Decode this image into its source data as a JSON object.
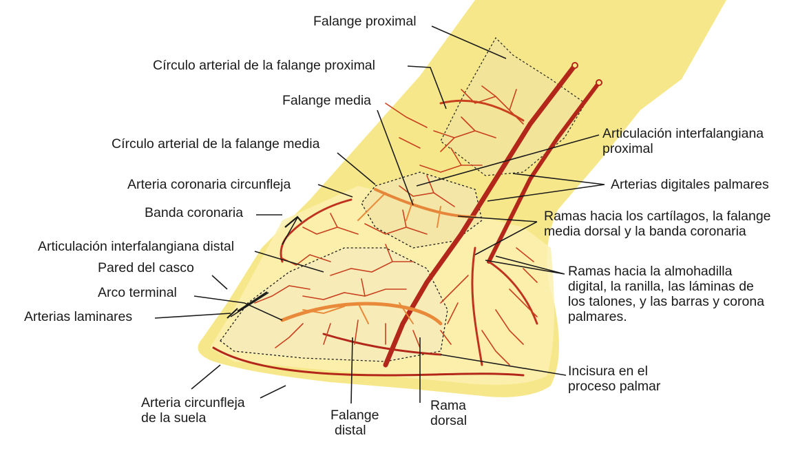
{
  "diagram": {
    "colors": {
      "hoof_fill": "#f6e88a",
      "hoof_fill_light": "#fbf3bf",
      "bone_fill": "#f3e49c",
      "artery_dark": "#b3261a",
      "artery_light": "#e88a3a",
      "leader_line": "#1a1a1a"
    },
    "labels": {
      "falange_proximal": "Falange proximal",
      "circulo_falange_proximal": "Círculo arterial de la falange proximal",
      "falange_media": "Falange media",
      "circulo_falange_media": "Círculo arterial de la falange media",
      "arteria_coronaria": "Arteria coronaria circunfleja",
      "banda_coronaria": "Banda coronaria",
      "art_interfalangiana_distal": "Articulación interfalangiana distal",
      "pared_casco": "Pared del casco",
      "arco_terminal": "Arco terminal",
      "arterias_laminares": "Arterias laminares",
      "arteria_circunfleja_suela_1": "Arteria circunfleja",
      "arteria_circunfleja_suela_2": "de la suela",
      "falange_distal_1": "Falange",
      "falange_distal_2": "distal",
      "rama_dorsal_1": "Rama",
      "rama_dorsal_2": "dorsal",
      "incisura_1": "Incisura en el",
      "incisura_2": "proceso palmar",
      "ramas_almohadilla_1": "Ramas hacia la almohadilla",
      "ramas_almohadilla_2": "digital, la ranilla, las láminas de",
      "ramas_almohadilla_3": "los talones, y las barras y corona",
      "ramas_almohadilla_4": "palmares.",
      "ramas_cartilagos_1": "Ramas hacia los cartílagos, la falange",
      "ramas_cartilagos_2": "media dorsal y la banda coronaria",
      "arterias_digitales": "Arterias digitales palmares",
      "art_interfalangiana_proximal_1": "Articulación interfalangiana",
      "art_interfalangiana_proximal_2": "proximal"
    }
  }
}
